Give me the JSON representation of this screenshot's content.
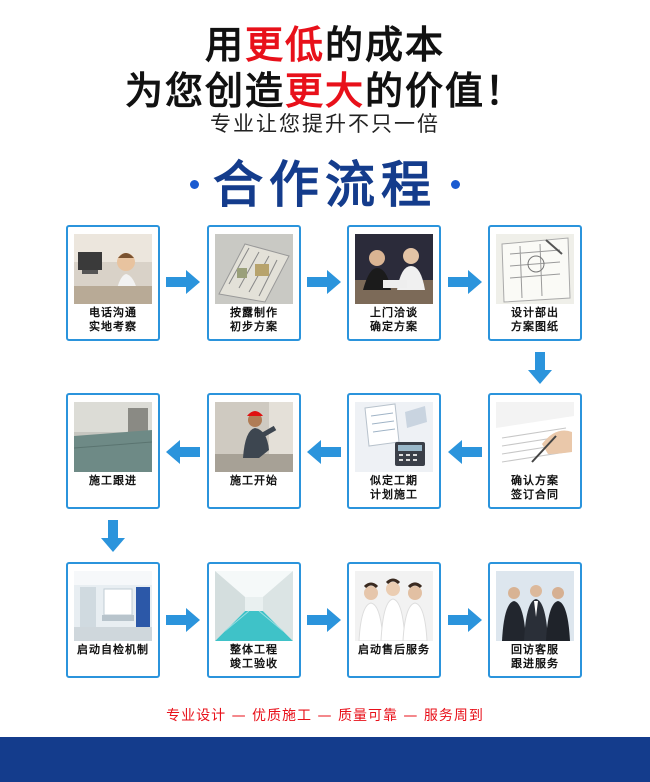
{
  "header": {
    "line1_pre": "用",
    "line1_red": "更低",
    "line1_post": "的成本",
    "line2_pre": "为您创造",
    "line2_red": "更大",
    "line2_post": "的价值！",
    "line3": "专业让您提升不只一倍",
    "title": "合作流程"
  },
  "steps": [
    {
      "line1": "电话沟通",
      "line2": "实地考察"
    },
    {
      "line1": "按露制作",
      "line2": "初步方案"
    },
    {
      "line1": "上门洽谈",
      "line2": "确定方案"
    },
    {
      "line1": "设计部出",
      "line2": "方案图纸"
    },
    {
      "line1": "确认方案",
      "line2": "签订合同"
    },
    {
      "line1": "似定工期",
      "line2": "计划施工"
    },
    {
      "line1": "施工开始",
      "line2": ""
    },
    {
      "line1": "施工跟进",
      "line2": ""
    },
    {
      "line1": "启动自检机制",
      "line2": ""
    },
    {
      "line1": "整体工程",
      "line2": "竣工验收"
    },
    {
      "line1": "启动售后服务",
      "line2": ""
    },
    {
      "line1": "回访客服",
      "line2": "跟进服务"
    }
  ],
  "footer": {
    "text": "专业设计 — 优质施工 — 质量可靠 — 服务周到"
  },
  "colors": {
    "accent_red": "#e8101a",
    "title_blue": "#143c8c",
    "arrow_blue": "#2b94dc",
    "bar_blue": "#143c8c"
  }
}
